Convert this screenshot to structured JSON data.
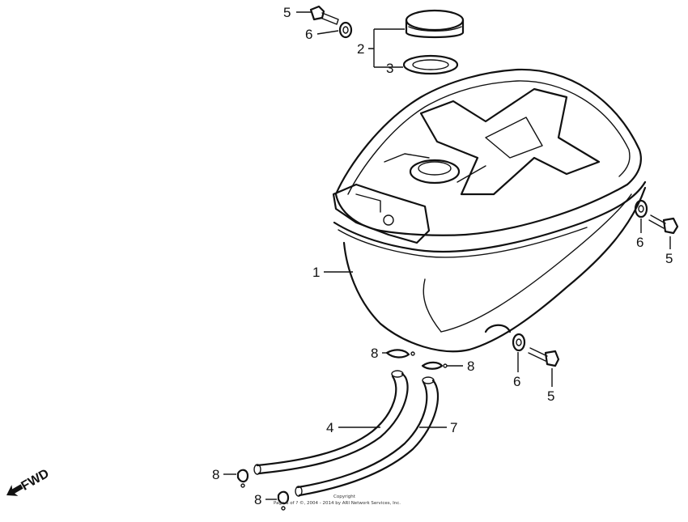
{
  "callouts": {
    "c5_top": "5",
    "c6_top": "6",
    "c2": "2",
    "c3": "3",
    "c1": "1",
    "c6_right": "6",
    "c5_right": "5",
    "c8_upper_left": "8",
    "c8_upper_right": "8",
    "c6_lower": "6",
    "c5_lower": "5",
    "c4": "4",
    "c7": "7",
    "c8_lower_1": "8",
    "c8_lower_2": "8"
  },
  "fwd_label": "FWD",
  "copyright": {
    "line1": "Copyright",
    "line2": "Page 3 of ?  ©, 2004 - 2014 by ARI Network Services, Inc."
  }
}
